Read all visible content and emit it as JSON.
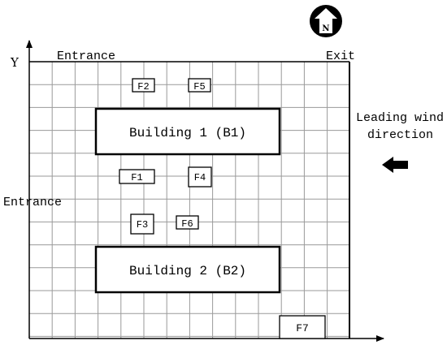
{
  "axis": {
    "y_label": "Y"
  },
  "compass": {
    "letter": "N"
  },
  "labels": {
    "entrance_top": "Entrance",
    "entrance_left": "Entrance",
    "exit": "Exit",
    "wind_line1": "Leading wind",
    "wind_line2": "direction"
  },
  "buildings": [
    {
      "id": "b1",
      "label": "Building 1 (B1)"
    },
    {
      "id": "b2",
      "label": "Building 2 (B2)"
    }
  ],
  "facilities": [
    {
      "id": "f1",
      "label": "F1"
    },
    {
      "id": "f2",
      "label": "F2"
    },
    {
      "id": "f3",
      "label": "F3"
    },
    {
      "id": "f4",
      "label": "F4"
    },
    {
      "id": "f5",
      "label": "F5"
    },
    {
      "id": "f6",
      "label": "F6"
    },
    {
      "id": "f7",
      "label": "F7"
    }
  ]
}
